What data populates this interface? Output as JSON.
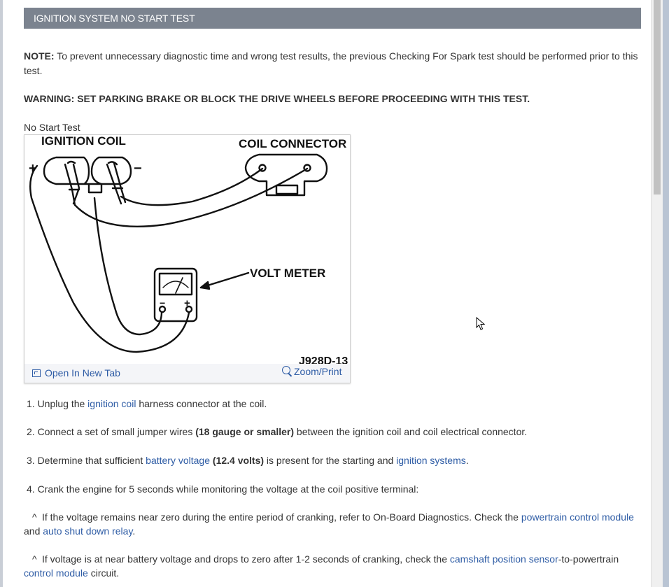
{
  "header": {
    "title": "IGNITION SYSTEM NO START TEST"
  },
  "note": {
    "label": "NOTE:",
    "text": " To prevent unnecessary diagnostic time and wrong test results, the previous Checking For Spark test should be performed prior to this test."
  },
  "warning": "WARNING: SET PARKING BRAKE OR BLOCK THE DRIVE WHEELS BEFORE PROCEEDING WITH THIS TEST.",
  "figure": {
    "caption": "No Start Test",
    "labels": {
      "ignition_coil": "IGNITION COIL",
      "coil_connector": "COIL CONNECTOR",
      "volt_meter": "VOLT METER",
      "figure_id": "J928D-13",
      "plus": "+",
      "minus": "−"
    },
    "open_new_tab": "Open In New Tab",
    "zoom_print": "Zoom/Print"
  },
  "steps": {
    "s1": {
      "pre": "1. Unplug the ",
      "link": "ignition coil",
      "post": " harness connector at the coil."
    },
    "s2": {
      "pre": "2. Connect a set of small jumper wires ",
      "bold": "(18 gauge or smaller)",
      "post": " between the ignition coil and coil electrical connector."
    },
    "s3": {
      "pre": "3. Determine that sufficient ",
      "link1": "battery voltage",
      "mid1": " ",
      "bold": "(12.4 volts)",
      "mid2": " is present for the starting and ",
      "link2": "ignition systems",
      "post": "."
    },
    "s4": {
      "text": "4. Crank the engine for 5 seconds while monitoring the voltage at the coil positive terminal:"
    }
  },
  "subs": {
    "a": {
      "caret": "^",
      "pre": "If the voltage remains near zero during the entire period of cranking, refer to On-Board Diagnostics. Check the ",
      "link1": "powertrain control module",
      "mid": " and ",
      "link2": "auto shut down relay",
      "post": "."
    },
    "b": {
      "caret": "^",
      "pre": "If voltage is at near battery voltage and drops to zero after 1-2 seconds of cranking, check the ",
      "link1": "camshaft position sensor",
      "mid": "-to-powertrain ",
      "link2": "control module",
      "post": " circuit."
    }
  }
}
